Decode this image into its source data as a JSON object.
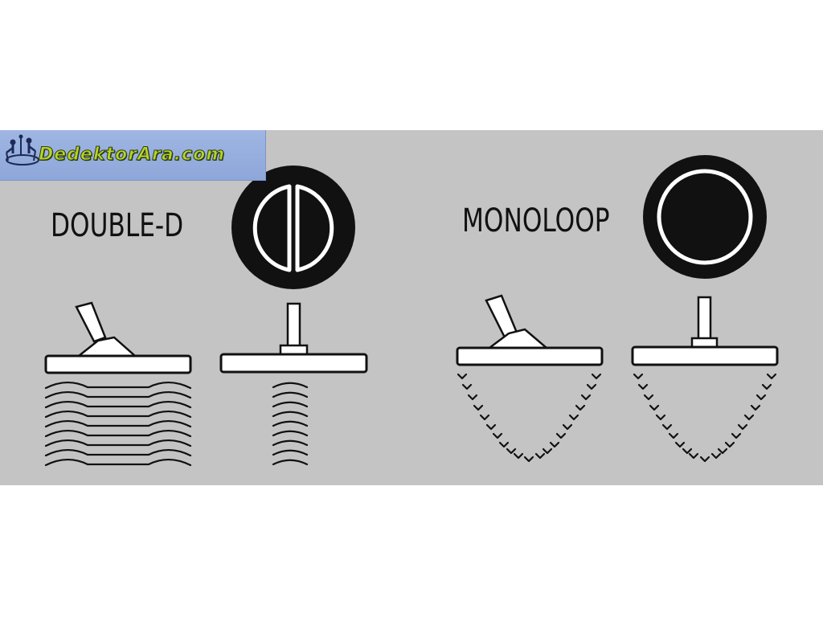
{
  "logo": {
    "text": "DedektorAra.com",
    "icon": "detector-figures-icon",
    "colors": {
      "banner": "#8ea7d9",
      "text": "#b8d42a"
    }
  },
  "coil_types": [
    {
      "label": "DOUBLE-D",
      "coil_icon": "double-d-coil-icon",
      "field_pattern": "parallel-waves"
    },
    {
      "label": "MONOLOOP",
      "coil_icon": "monoloop-coil-icon",
      "field_pattern": "cone"
    }
  ],
  "colors": {
    "background": "#c4c4c4",
    "ink": "#111111",
    "fill": "#ffffff"
  }
}
